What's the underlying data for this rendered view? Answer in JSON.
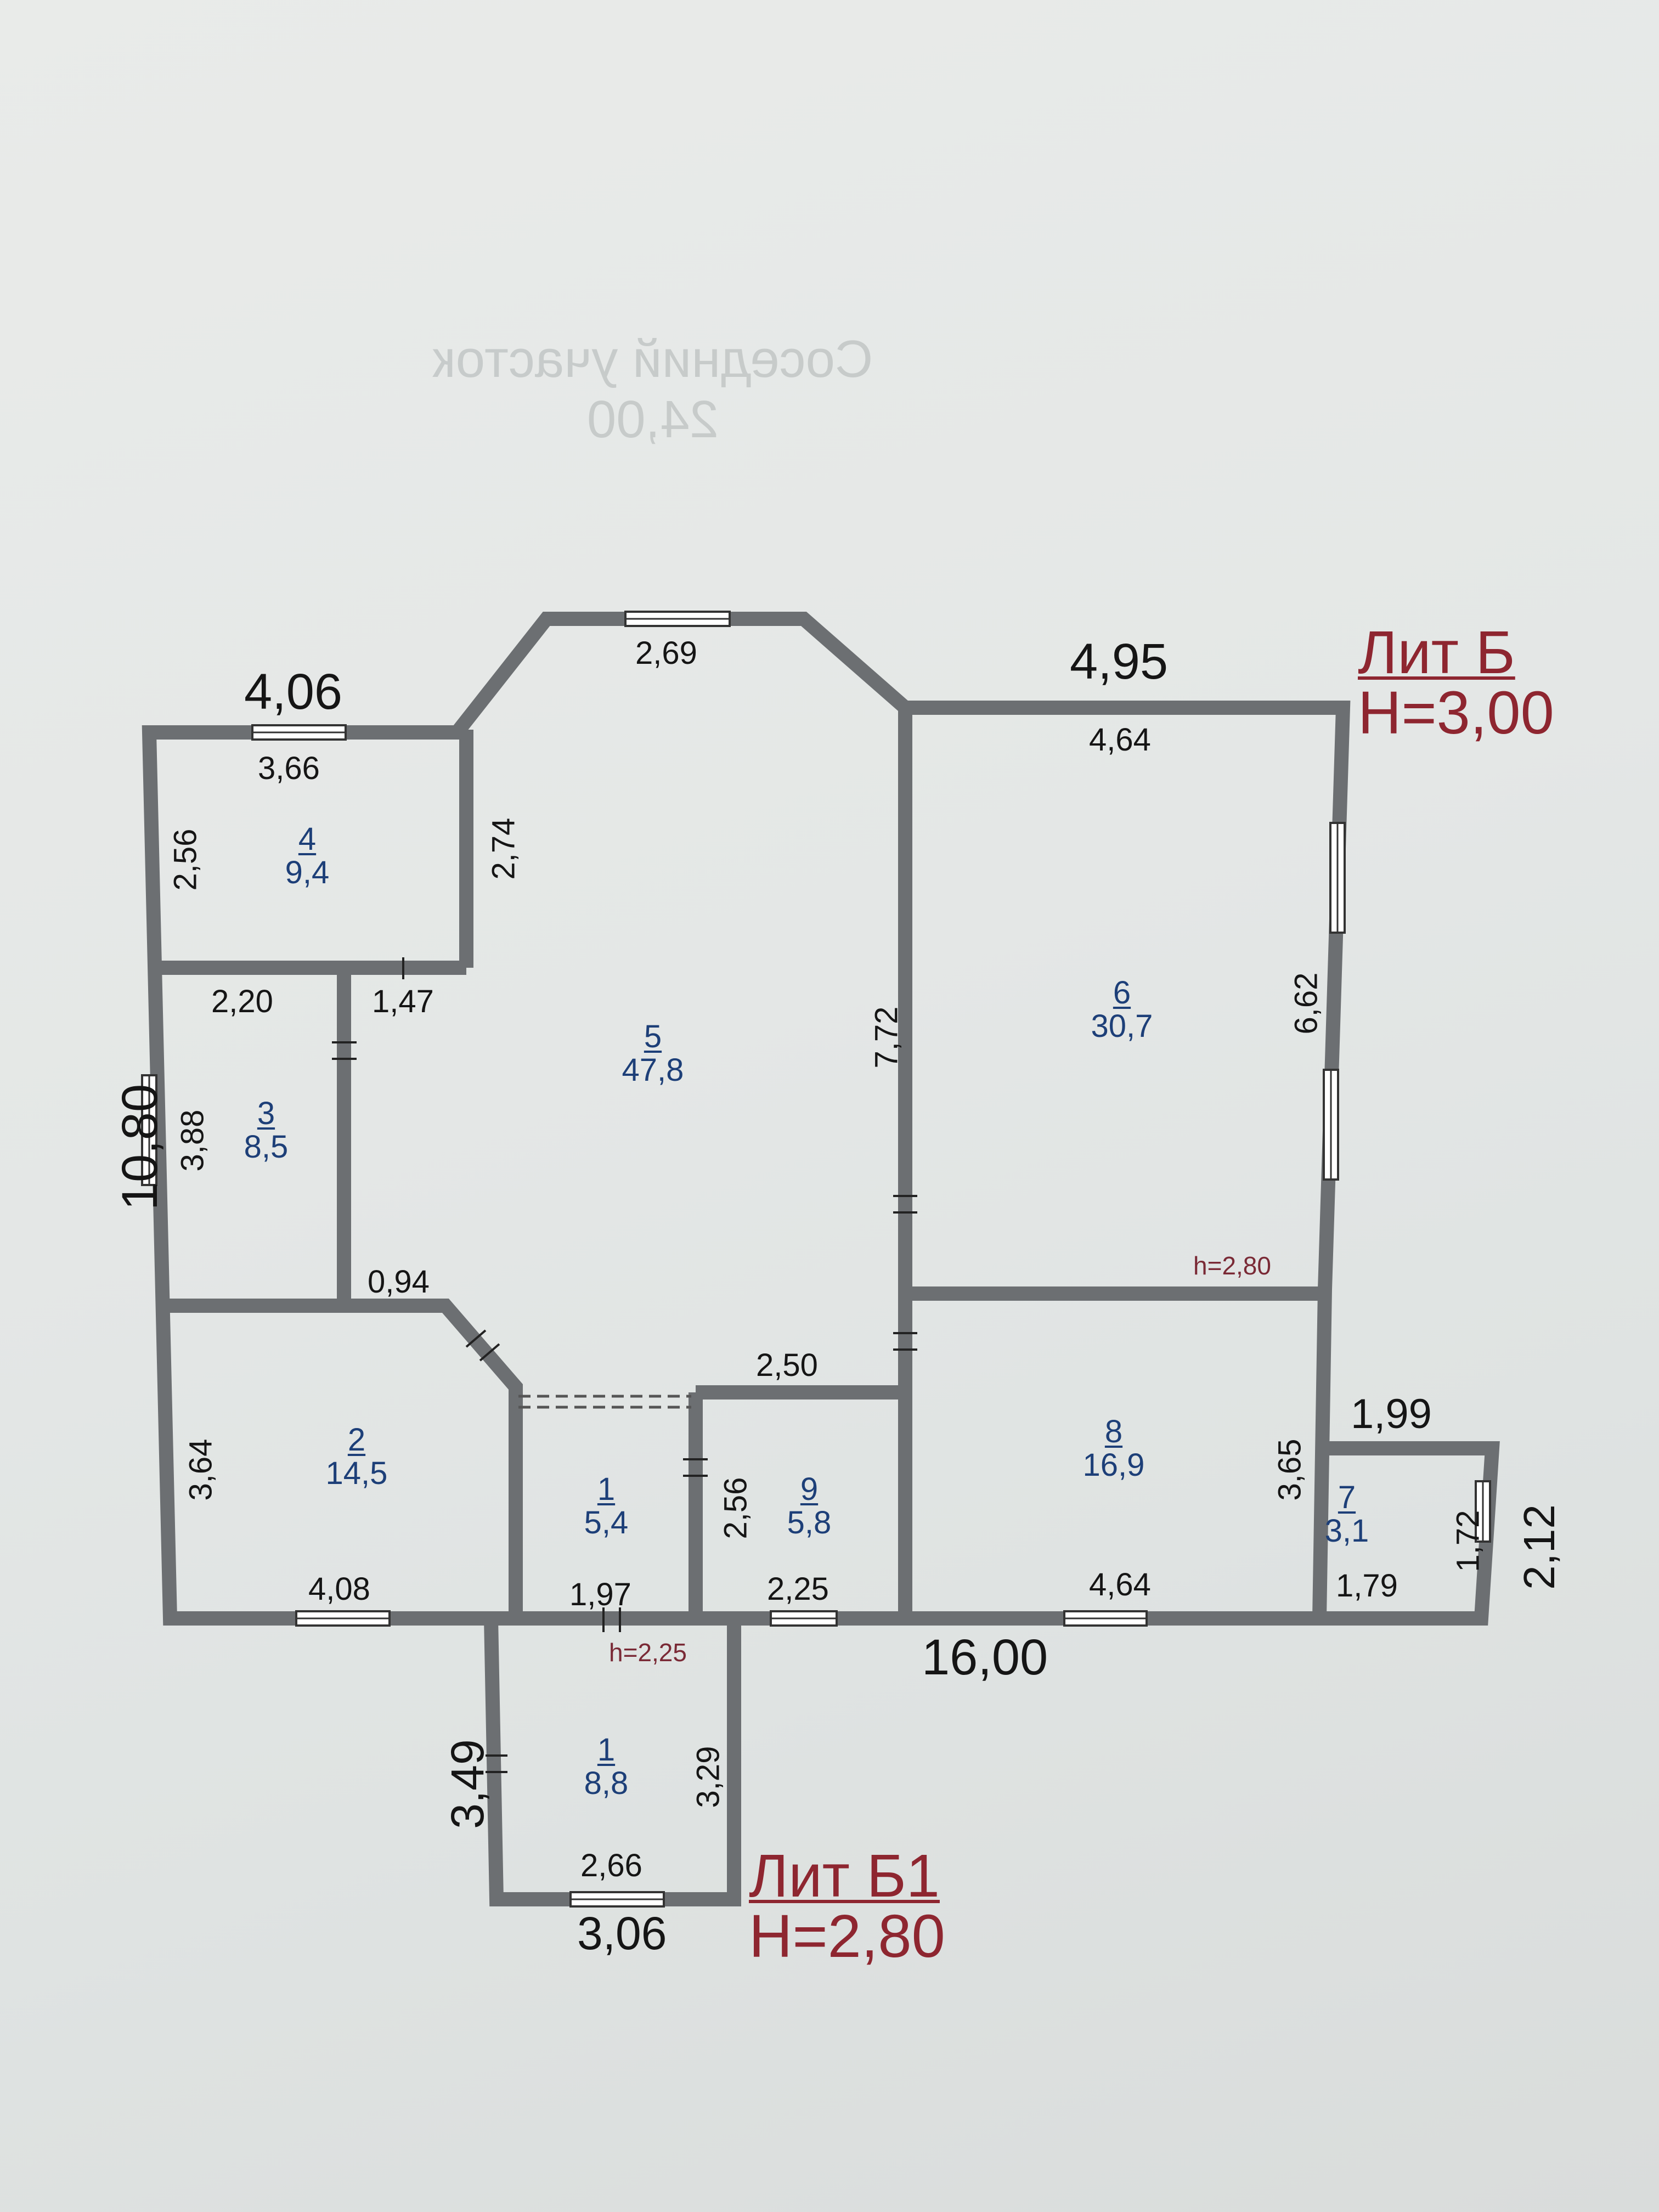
{
  "colors": {
    "wall": "#6a6d70",
    "wall_fill": "#8d9093",
    "text": "#151515",
    "room_text": "#1d3f78",
    "lit_text": "#8e2630"
  },
  "blocks": [
    {
      "id": "lit_b",
      "name": "Лит Б",
      "height": "H=3,00"
    },
    {
      "id": "lit_b1",
      "name": "Лит Б1",
      "height": "H=2,80"
    }
  ],
  "rooms": [
    {
      "number": "4",
      "area": "9,4"
    },
    {
      "number": "3",
      "area": "8,5"
    },
    {
      "number": "5",
      "area": "47,8"
    },
    {
      "number": "6",
      "area": "30,7"
    },
    {
      "number": "2",
      "area": "14,5"
    },
    {
      "number": "1",
      "area": "5,4"
    },
    {
      "number": "9",
      "area": "5,8"
    },
    {
      "number": "8",
      "area": "16,9"
    },
    {
      "number": "7",
      "area": "3,1"
    },
    {
      "number": "1",
      "area": "8,8"
    }
  ],
  "dimensions": {
    "overall_top_left": "4,06",
    "overall_top_right": "4,95",
    "overall_left": "10,80",
    "overall_bottom": "16,00",
    "room4_top": "3,66",
    "room4_left": "2,56",
    "room4_right": "2,74",
    "room5_top": "2,69",
    "room6_top": "4,64",
    "room6_right": "6,62",
    "room5_right": "7,72",
    "room3_top": "2,20",
    "room3_left": "3,88",
    "room5_seg": "1,47",
    "room2_top": "0,94",
    "room2_left": "3,64",
    "room2_bottom": "4,08",
    "room9_top": "2,50",
    "room9_left": "2,56",
    "room1_bottom": "1,97",
    "room9_bottom": "2,25",
    "room8_right": "3,65",
    "room8_bottom": "4,64",
    "room7_top": "1,99",
    "room7_inner": "1,72",
    "room7_bottom": "1,79",
    "room7_right": "2,12",
    "b1_left": "3,49",
    "b1_right": "3,29",
    "b1_inner_bottom": "2,66",
    "b1_bottom": "3,06",
    "h_room6": "h=2,80",
    "h_b1": "h=2,25"
  },
  "faded_background_text": [
    "Соседний участок",
    "24,00"
  ]
}
